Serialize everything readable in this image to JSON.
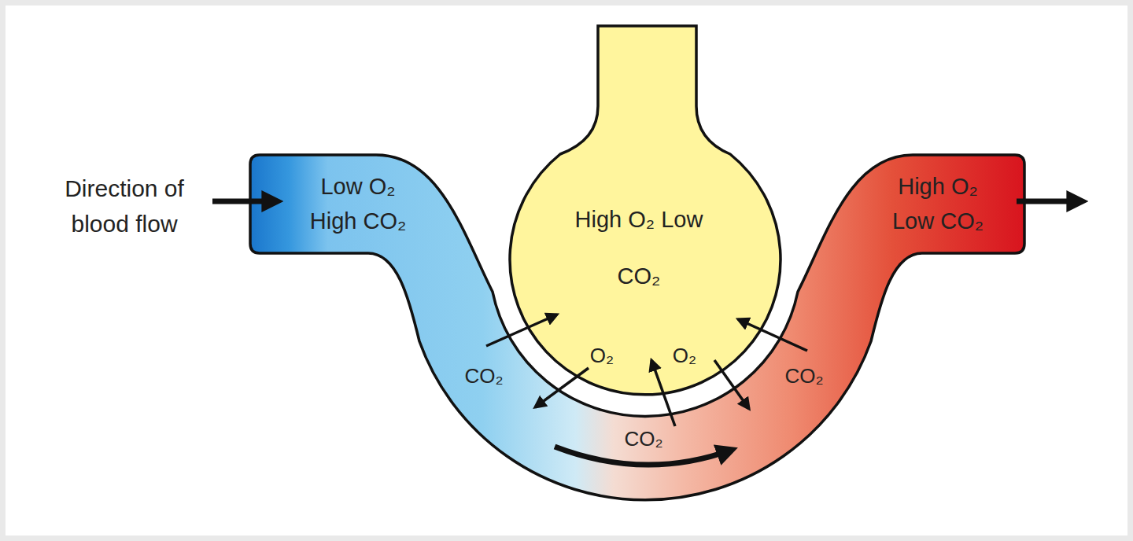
{
  "diagram": {
    "nodes": [
      {
        "text": [
          "Low O₂ High CO₂",
          "High O₂ Low CO₂"
        ]
      },
      {
        "text": [
          "High O₂ Low CO₂"
        ]
      }
    ],
    "labels": [
      "Direction of blood flow",
      "CO₂",
      "O₂",
      "O₂",
      "CO₂",
      "CO₂"
    ]
  }
}
